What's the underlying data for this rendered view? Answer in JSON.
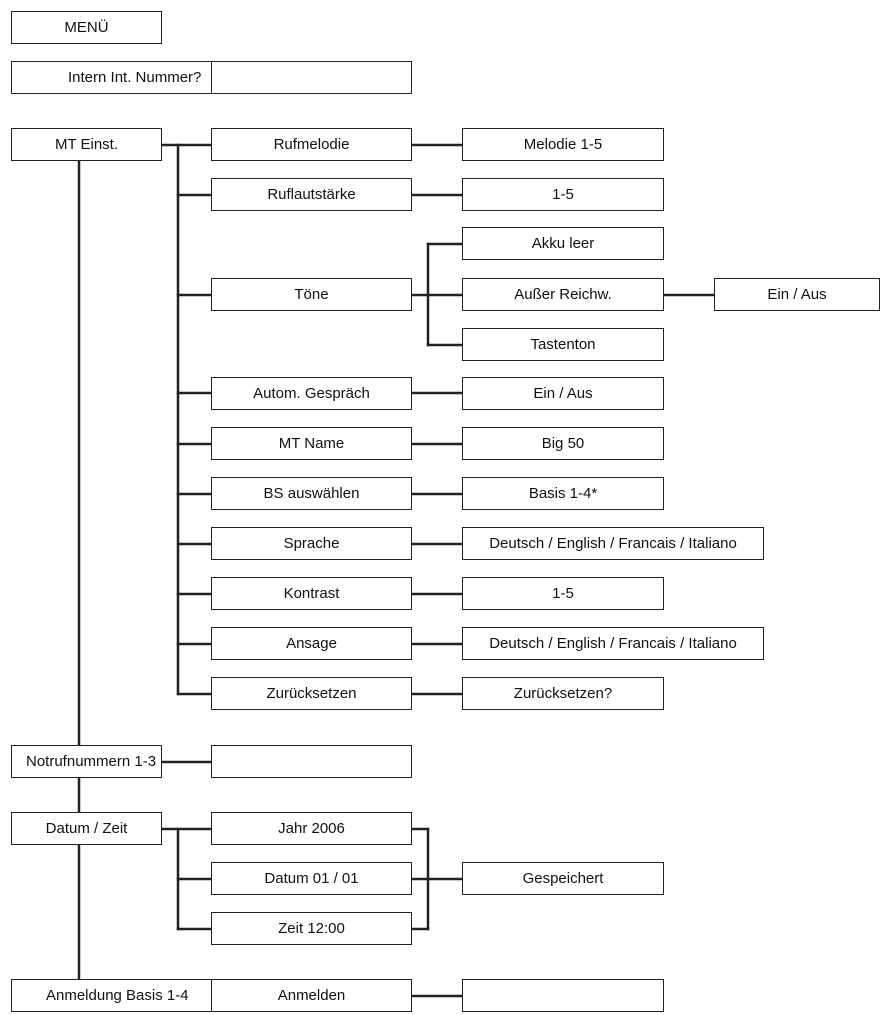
{
  "menu": {
    "title": "MENÜ",
    "intern": {
      "label": "Intern Int. Nummer?"
    },
    "mt_einst": {
      "label": "MT Einst.",
      "rufmelodie": {
        "label": "Rufmelodie",
        "option": "Melodie 1-5"
      },
      "ruflautstaerke": {
        "label": "Ruflautstärke",
        "option": "1-5"
      },
      "toene": {
        "label": "Töne",
        "akku_leer": "Akku leer",
        "ausser_reichw": "Außer Reichw.",
        "ausser_reichw_option": "Ein / Aus",
        "tastenton": "Tastenton"
      },
      "autom_gespraech": {
        "label": "Autom. Gespräch",
        "option": "Ein / Aus"
      },
      "mt_name": {
        "label": "MT Name",
        "option": "Big 50"
      },
      "bs_auswaehlen": {
        "label": "BS auswählen",
        "option": "Basis 1-4*"
      },
      "sprache": {
        "label": "Sprache",
        "option": "Deutsch / English / Francais / Italiano"
      },
      "kontrast": {
        "label": "Kontrast",
        "option": "1-5"
      },
      "ansage": {
        "label": "Ansage",
        "option": "Deutsch / English / Francais / Italiano"
      },
      "zuruecksetzen": {
        "label": "Zurücksetzen",
        "option": "Zurücksetzen?"
      }
    },
    "notruf": {
      "label": "Notrufnummern 1-3"
    },
    "datum_zeit": {
      "label": "Datum / Zeit",
      "jahr": "Jahr 2006",
      "datum": "Datum  01 / 01",
      "zeit": "Zeit  12:00",
      "gespeichert": "Gespeichert"
    },
    "anmeldung": {
      "label": "Anmeldung Basis 1-4",
      "anmelden": "Anmelden"
    }
  }
}
